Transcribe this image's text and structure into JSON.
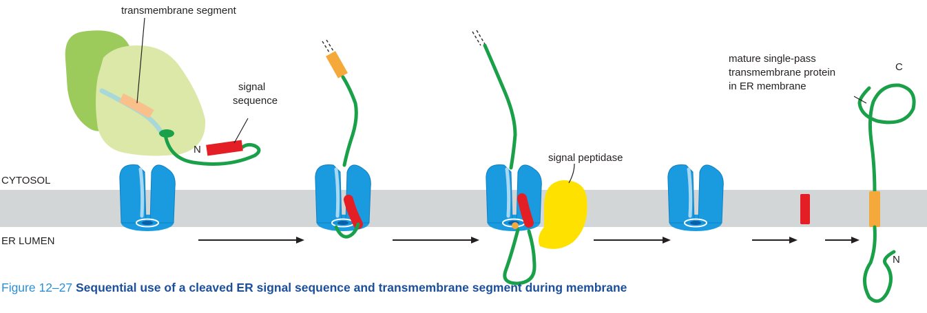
{
  "labels": {
    "transmembrane_segment": "transmembrane segment",
    "signal_line1": "signal",
    "signal_line2": "sequence",
    "n_terminus": "N",
    "c_terminus": "C",
    "cytosol": "CYTOSOL",
    "er_lumen": "ER LUMEN",
    "signal_peptidase": "signal peptidase",
    "mature_line1": "mature single-pass",
    "mature_line2": "transmembrane protein",
    "mature_line3": "in ER membrane"
  },
  "caption": {
    "figure_number": "Figure 12–27",
    "text": " Sequential use of a cleaved ER signal sequence and transmembrane segment during membrane"
  },
  "colors": {
    "membrane": "#d3d6d6",
    "translocator": "#1a9be0",
    "translocator_dark": "#0a5fa8",
    "ribosome_large": "#dbe8a8",
    "ribosome_small": "#9ccb5c",
    "polypeptide": "#1aa049",
    "signal_sequence": "#e31e24",
    "transmembrane_segment": "#f6a93b",
    "signal_peptidase": "#ffe100",
    "caption_title": "#1b4f9c",
    "caption_number": "#2a8fd6"
  }
}
